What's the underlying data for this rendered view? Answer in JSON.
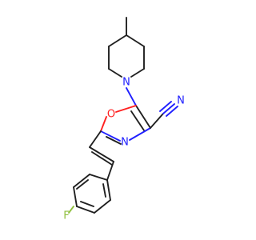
{
  "molecule": {
    "atoms": {
      "N_piperidine": "N",
      "O_ring": "O",
      "N_ring": "N",
      "N_nitrile": "N",
      "F": "F"
    },
    "colors": {
      "bond": "#202020",
      "nitrogen": "#2020ff",
      "oxygen": "#ff2020",
      "fluorine": "#90c040",
      "carbon": "#202020"
    }
  }
}
